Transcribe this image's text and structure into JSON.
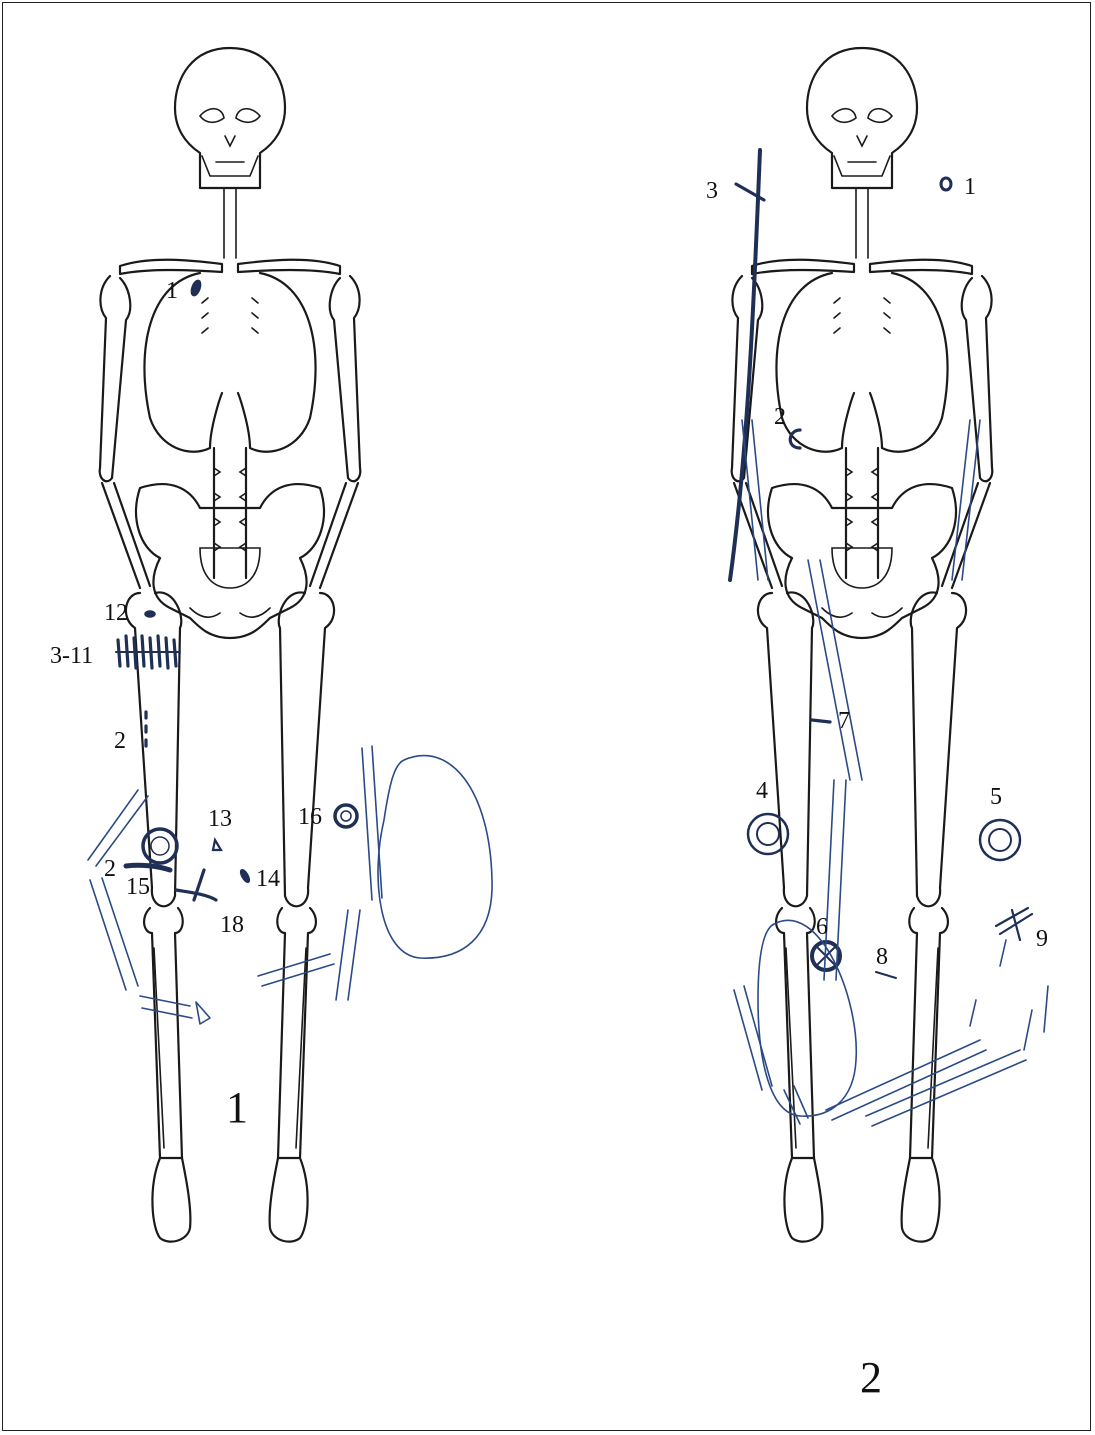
{
  "figure1": {
    "panel_label": "1",
    "labels": {
      "l1": "1",
      "l12": "12",
      "l3_11": "3-11",
      "l2a": "2",
      "l2b": "2",
      "l13": "13",
      "l14": "14",
      "l15": "15",
      "l16": "16",
      "l18": "18"
    }
  },
  "figure2": {
    "panel_label": "2",
    "labels": {
      "l1": "1",
      "l2": "2",
      "l3": "3",
      "l4": "4",
      "l5": "5",
      "l6": "6",
      "l7": "7",
      "l8": "8",
      "l9": "9"
    }
  },
  "colors": {
    "line": "#1a1a1a",
    "artifact_ink": "#1f2f55",
    "animal_bone": "#2b4a86"
  }
}
